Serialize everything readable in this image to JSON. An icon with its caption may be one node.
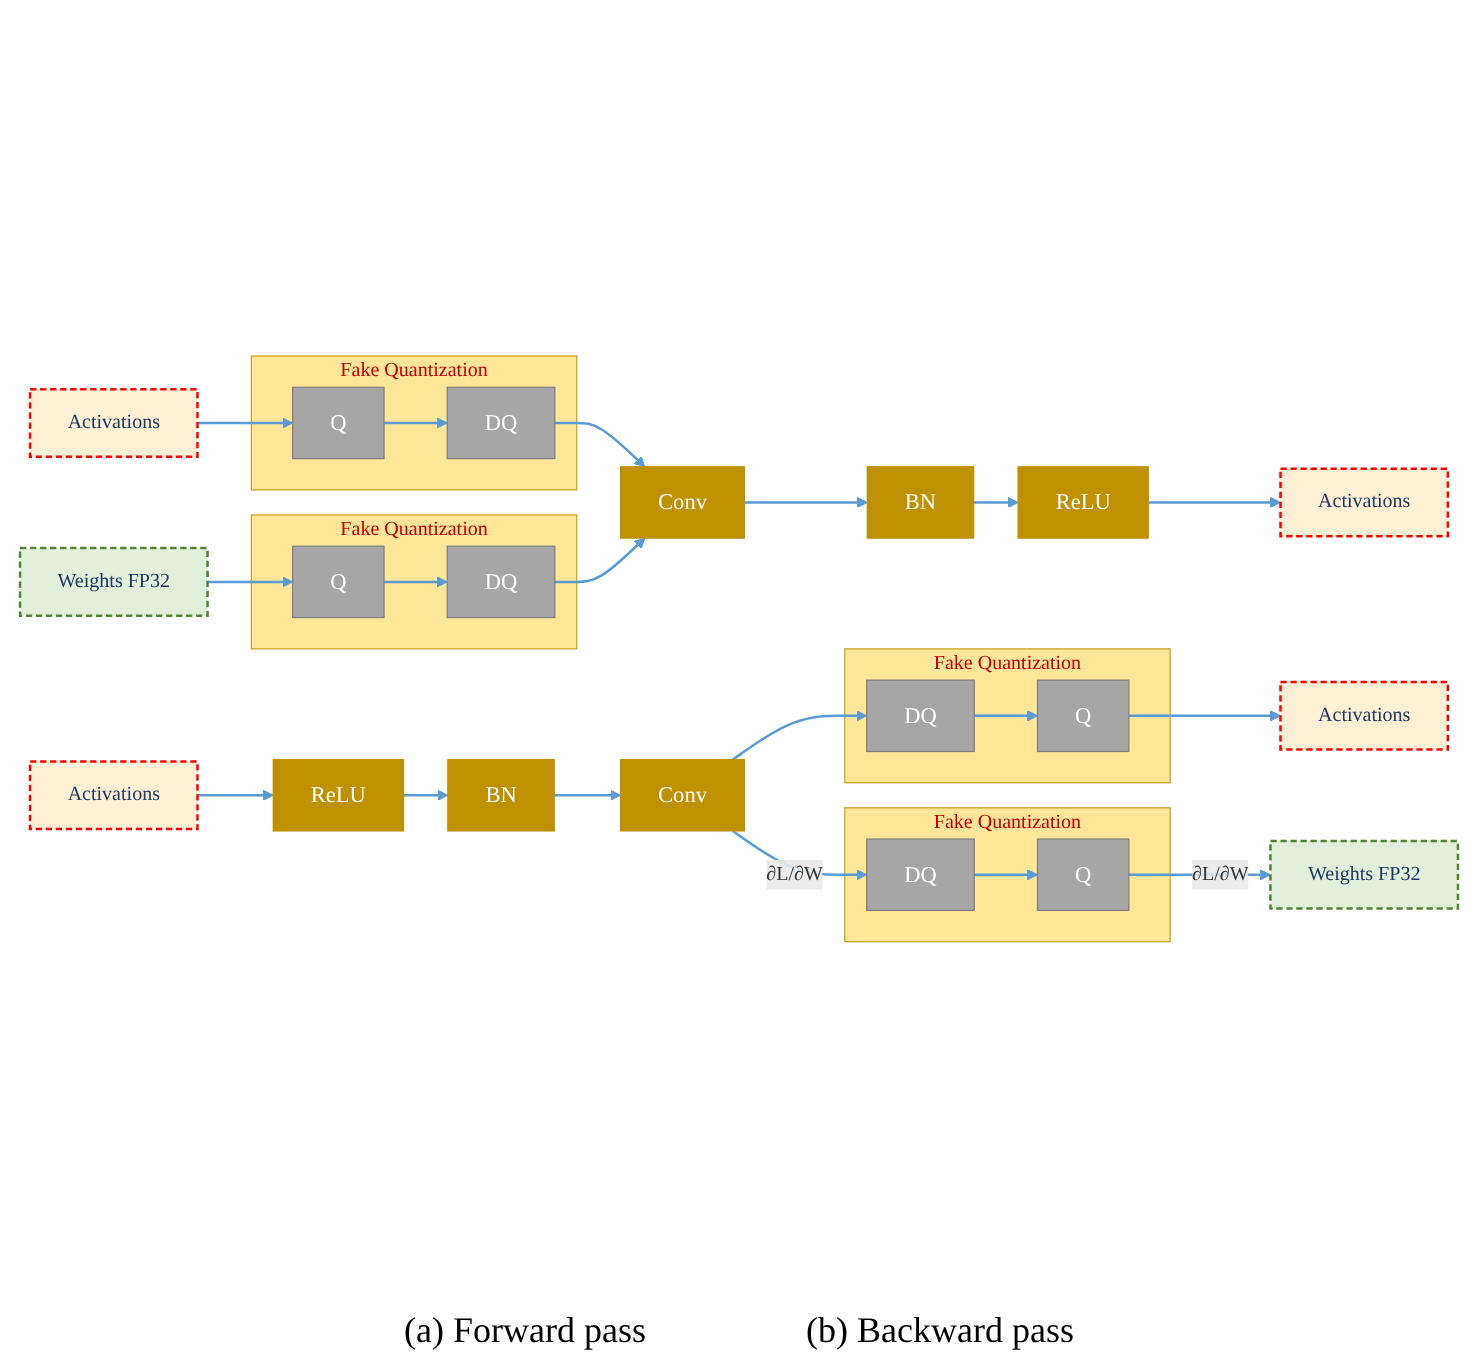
{
  "diagram": {
    "nodes": [
      {
        "text": [
          "Activations"
        ]
      },
      {
        "text": [
          "Fake Quantization"
        ]
      },
      {
        "text": [
          "Q"
        ],
        "in": 1
      },
      {
        "text": [
          "DQ"
        ],
        "in": 1
      },
      {
        "text": [
          "Conv"
        ]
      },
      {
        "text": [
          "BN"
        ]
      },
      {
        "text": [
          "ReLU"
        ]
      },
      {
        "text": [
          "Activations"
        ]
      },
      {
        "text": [
          "Weights FP32"
        ]
      },
      {
        "text": [
          "Fake Quantization"
        ]
      },
      {
        "text": [
          "Q"
        ],
        "in": 9
      },
      {
        "text": [
          "DQ"
        ],
        "in": 9
      },
      {
        "text": [
          "Activations"
        ]
      },
      {
        "text": [
          "Fake Quantization"
        ]
      },
      {
        "text": [
          "Q"
        ],
        "in": 13
      },
      {
        "text": [
          "DQ"
        ],
        "in": 13
      },
      {
        "text": [
          "Conv"
        ]
      },
      {
        "text": [
          "BN"
        ]
      },
      {
        "text": [
          "ReLU"
        ]
      },
      {
        "text": [
          "Activations"
        ]
      },
      {
        "text": [
          "Weights FP32"
        ]
      },
      {
        "text": [
          "Fake Quantization"
        ]
      },
      {
        "text": [
          "Q"
        ],
        "in": 21
      },
      {
        "text": [
          "DQ"
        ],
        "in": 21
      }
    ],
    "edges": [
      {
        "from": 0,
        "to": 2,
        "arrow": "to"
      },
      {
        "from": 2,
        "to": 3,
        "arrow": "to"
      },
      {
        "from": 3,
        "to": 4,
        "arrow": "to"
      },
      {
        "from": 4,
        "to": 5,
        "arrow": "to"
      },
      {
        "from": 5,
        "to": 6,
        "arrow": "to"
      },
      {
        "from": 6,
        "to": 7,
        "arrow": "to"
      },
      {
        "from": 8,
        "to": 10,
        "arrow": "to"
      },
      {
        "from": 10,
        "to": 11,
        "arrow": "to"
      },
      {
        "from": 11,
        "to": 4,
        "arrow": "to"
      },
      {
        "from": 19,
        "to": 18,
        "arrow": "to"
      },
      {
        "from": 18,
        "to": 17,
        "arrow": "to"
      },
      {
        "from": 17,
        "to": 16,
        "arrow": "to"
      },
      {
        "from": 16,
        "to": 15,
        "arrow": "to"
      },
      {
        "from": 15,
        "to": 14,
        "arrow": "to"
      },
      {
        "from": 14,
        "to": 12,
        "arrow": "to"
      },
      {
        "from": 16,
        "to": 23,
        "label": "∂L/∂W",
        "arrow": "to"
      },
      {
        "from": 23,
        "to": 22,
        "arrow": "to"
      },
      {
        "from": 22,
        "to": 20,
        "label": "∂L/∂W",
        "arrow": "to"
      }
    ],
    "labels": [
      "(a) Forward pass",
      "(b) Backward pass"
    ]
  }
}
